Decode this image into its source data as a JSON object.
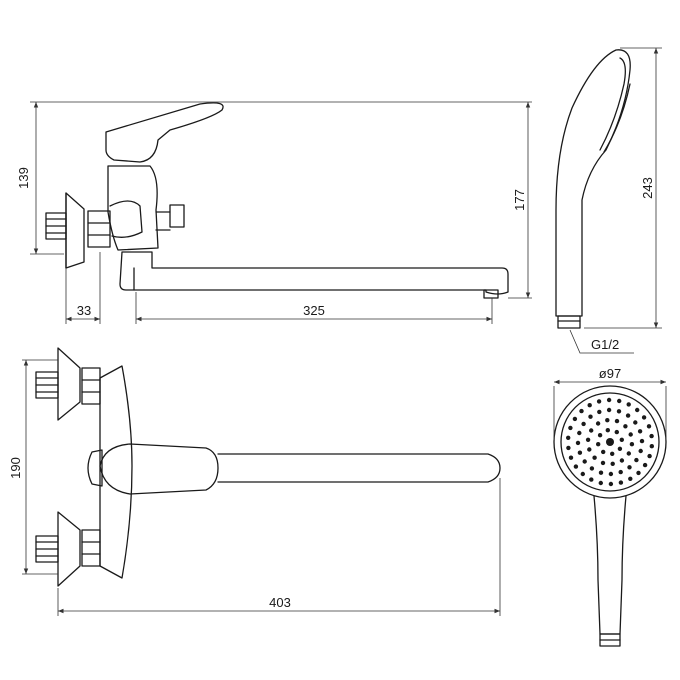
{
  "dimensions": {
    "side_height": "139",
    "overall_height": "177",
    "wall_offset": "33",
    "spout_reach": "325",
    "top_height": "190",
    "overall_length": "403",
    "hand_shower_length": "243",
    "thread": "G1/2",
    "head_diameter": "ø97"
  },
  "colors": {
    "line": "#1a1a1a",
    "dimension": "#333333",
    "background": "#ffffff"
  }
}
